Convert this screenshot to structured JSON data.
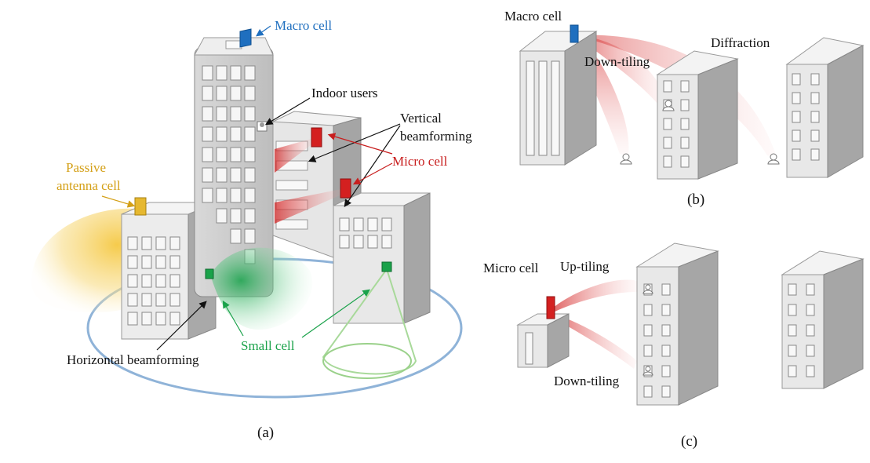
{
  "panels": {
    "a": {
      "caption": "(a)",
      "labels": {
        "macro_cell": "Macro cell",
        "indoor_users": "Indoor users",
        "vertical_beamforming_line1": "Vertical",
        "vertical_beamforming_line2": "beamforming",
        "micro_cell": "Micro cell",
        "passive_line1": "Passive",
        "passive_line2": "antenna cell",
        "small_cell": "Small cell",
        "horizontal_beamforming": "Horizontal beamforming"
      }
    },
    "b": {
      "caption": "(b)",
      "labels": {
        "macro_cell": "Macro cell",
        "down_tiling": "Down-tiling",
        "diffraction": "Diffraction"
      }
    },
    "c": {
      "caption": "(c)",
      "labels": {
        "micro_cell": "Micro cell",
        "up_tiling": "Up-tiling",
        "down_tiling": "Down-tiling"
      }
    }
  },
  "colors": {
    "macro": "#1f6fbf",
    "micro": "#d42020",
    "small": "#22b04d",
    "passive": "#f0c030",
    "beam_red": "#e03030",
    "ring": "#7fa6cf"
  }
}
